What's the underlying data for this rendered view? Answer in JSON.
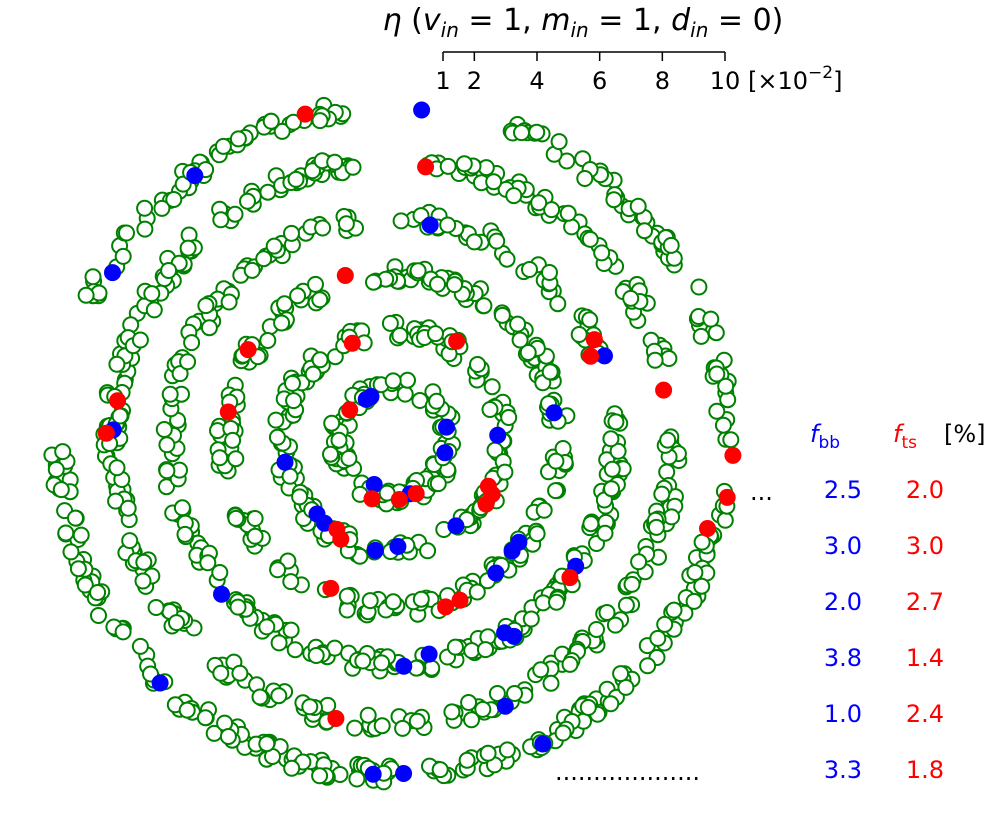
{
  "chart_data": {
    "type": "scatter",
    "title": {
      "symbol": "η",
      "open": " (",
      "v": "v",
      "v_sub": "in",
      "v_val": " = 1, ",
      "m": "m",
      "m_sub": "in",
      "m_val": " = 1, ",
      "d": "d",
      "d_sub": "in",
      "d_val": " = 0)"
    },
    "scale_bar": {
      "ticks": [
        "1",
        "2",
        "4",
        "6",
        "8",
        "10"
      ],
      "tick_values": [
        1,
        2,
        4,
        6,
        8,
        10
      ],
      "multiplier_prefix": "[×10",
      "multiplier_exp": "−2",
      "multiplier_suffix": "]"
    },
    "marker_colors": {
      "normal": "#008000",
      "bb": "#0000ff",
      "ts": "#ff0000"
    },
    "legend": {
      "fbb_symbol": "f",
      "fbb_sub": "bb",
      "fts_symbol": "f",
      "fts_sub": "ts",
      "unit": "[%]"
    },
    "ellipsis_short": "...",
    "ellipsis_long": "...................",
    "rings": [
      {
        "fbb": "2.5",
        "fts": "2.0"
      },
      {
        "fbb": "3.0",
        "fts": "3.0"
      },
      {
        "fbb": "2.0",
        "fts": "2.7"
      },
      {
        "fbb": "3.8",
        "fts": "1.4"
      },
      {
        "fbb": "1.0",
        "fts": "2.4"
      },
      {
        "fbb": "3.3",
        "fts": "1.8"
      }
    ]
  }
}
